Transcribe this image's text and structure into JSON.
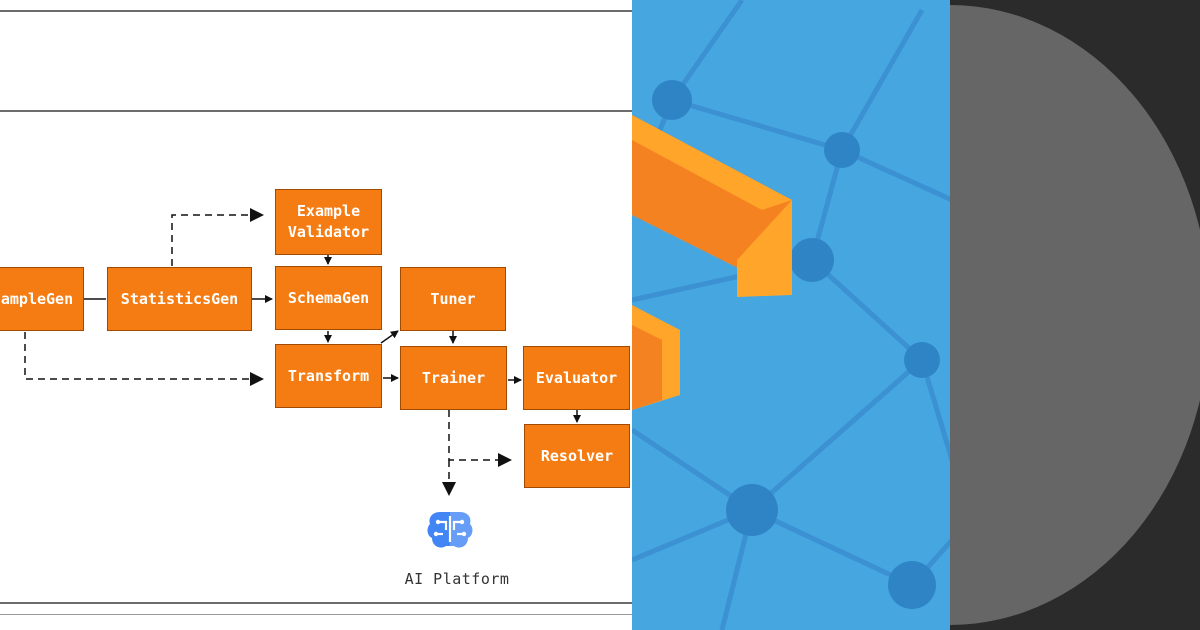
{
  "diagram": {
    "nodes": {
      "example_gen": "ampleGen",
      "statistics_gen": "StatisticsGen",
      "example_validator": "Example\nValidator",
      "schema_gen": "SchemaGen",
      "tuner": "Tuner",
      "transform": "Transform",
      "trainer": "Trainer",
      "evaluator": "Evaluator",
      "resolver": "Resolver"
    },
    "platform_label": "AI Platform",
    "platform_icon": "brain-chip-icon"
  },
  "colors": {
    "node_fill": "#f57c12",
    "panel_blue": "#46a6e0",
    "disc_gray": "#666666",
    "dark_bg": "#2b2b2b",
    "icon_blue": "#4285f4"
  }
}
